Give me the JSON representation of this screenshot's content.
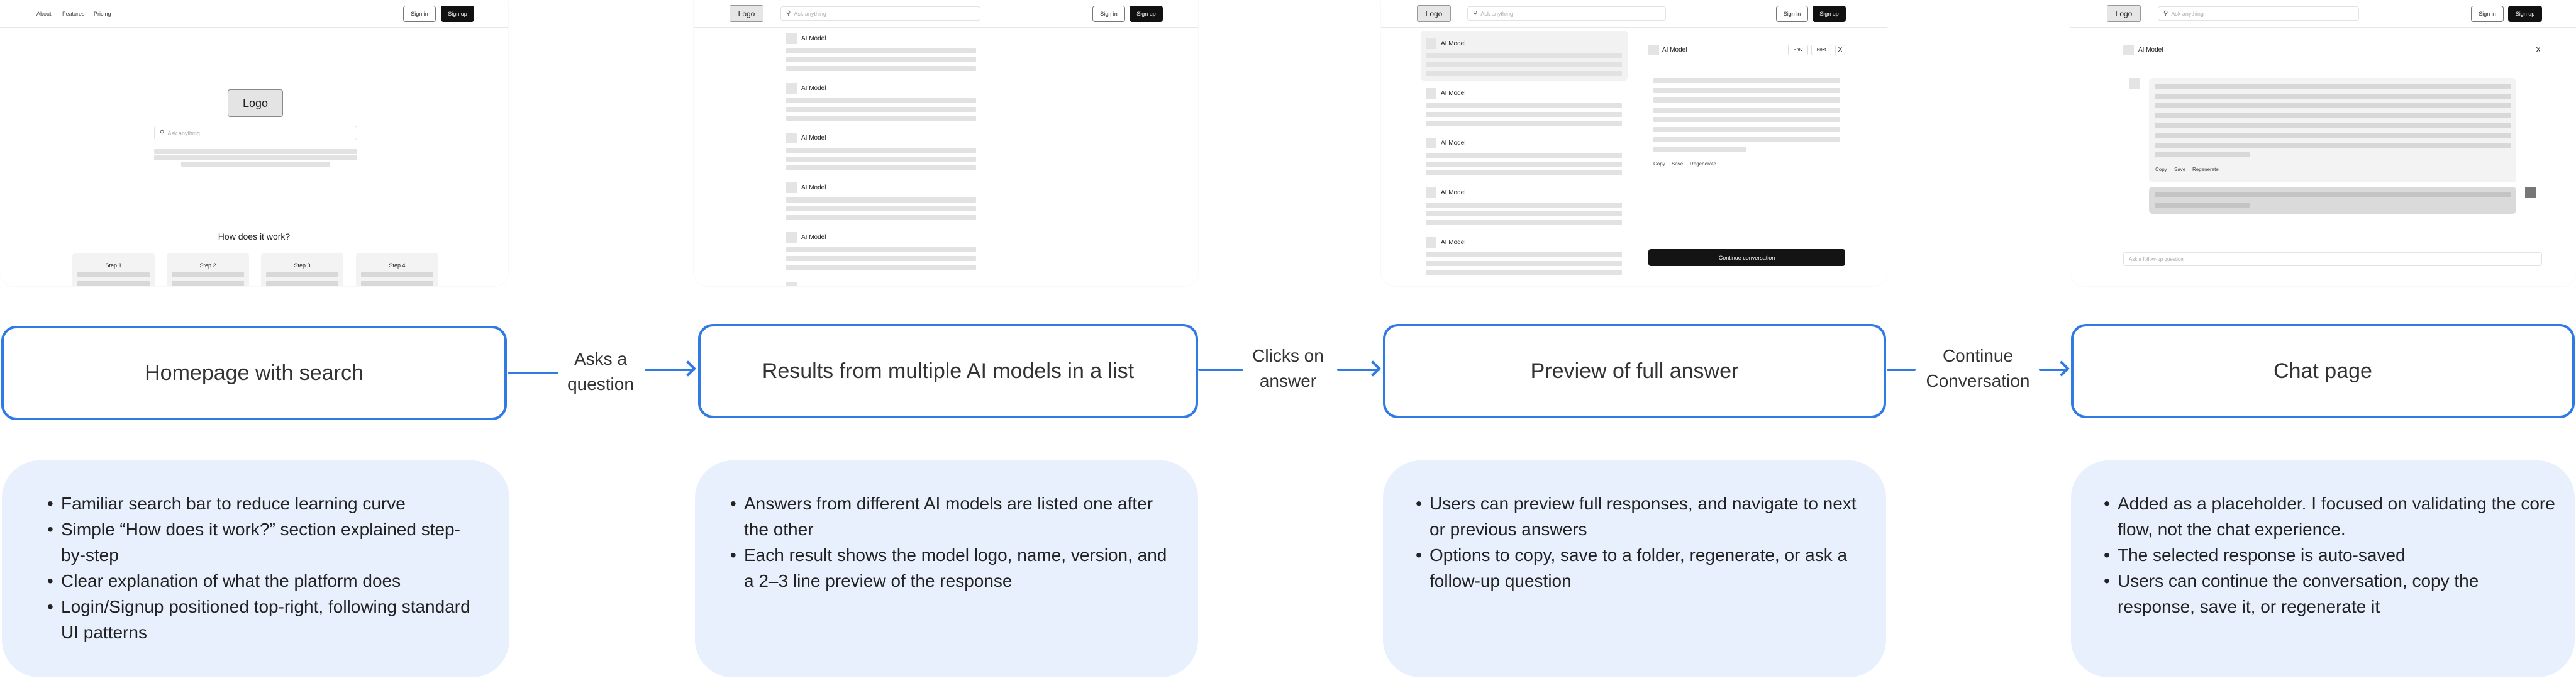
{
  "wireframes": {
    "common": {
      "logo": "Logo",
      "search_placeholder": "Ask anything",
      "sign_in": "Sign in",
      "sign_up": "Sign up",
      "model_name": "AI Model"
    },
    "homepage": {
      "nav": [
        "About",
        "Features",
        "Pricing"
      ],
      "how_title": "How does it work?",
      "steps": [
        "Step 1",
        "Step 2",
        "Step 3",
        "Step 4"
      ]
    },
    "preview": {
      "prev": "Prev",
      "next": "Next",
      "close": "X",
      "actions": [
        "Copy",
        "Save",
        "Regenerate"
      ],
      "continue": "Continue conversation"
    },
    "chat": {
      "close": "X",
      "actions": [
        "Copy",
        "Save",
        "Regenerate"
      ],
      "followup_placeholder": "Ask a follow-up question"
    }
  },
  "flow": {
    "steps": [
      {
        "title": "Homepage with search",
        "notes": [
          "Familiar search bar to reduce learning curve",
          "Simple “How does it work?” section explained step-by-step",
          "Clear explanation of what the platform does",
          "Login/Signup positioned top-right, following standard UI patterns"
        ]
      },
      {
        "title": "Results from multiple AI models in a list",
        "notes": [
          "Answers from different AI models are listed one after the other",
          "Each result shows the model logo, name, version, and a 2–3 line preview of the response"
        ]
      },
      {
        "title": "Preview of full answer",
        "notes": [
          "Users can preview full responses, and navigate to next or previous answers",
          "Options to copy, save to a folder, regenerate, or ask a follow-up question"
        ]
      },
      {
        "title": "Chat page",
        "notes": [
          "Added as a placeholder. I focused on validating the core flow, not the chat experience.",
          "The selected response is auto-saved",
          "Users can continue the conversation, copy the response, save it, or regenerate it"
        ]
      }
    ],
    "transitions": [
      "Asks a\nquestion",
      "Clicks on\nanswer",
      "Continue\nConversation"
    ]
  },
  "colors": {
    "accent": "#2f7ae5",
    "note_bg": "#e8f0fd"
  }
}
